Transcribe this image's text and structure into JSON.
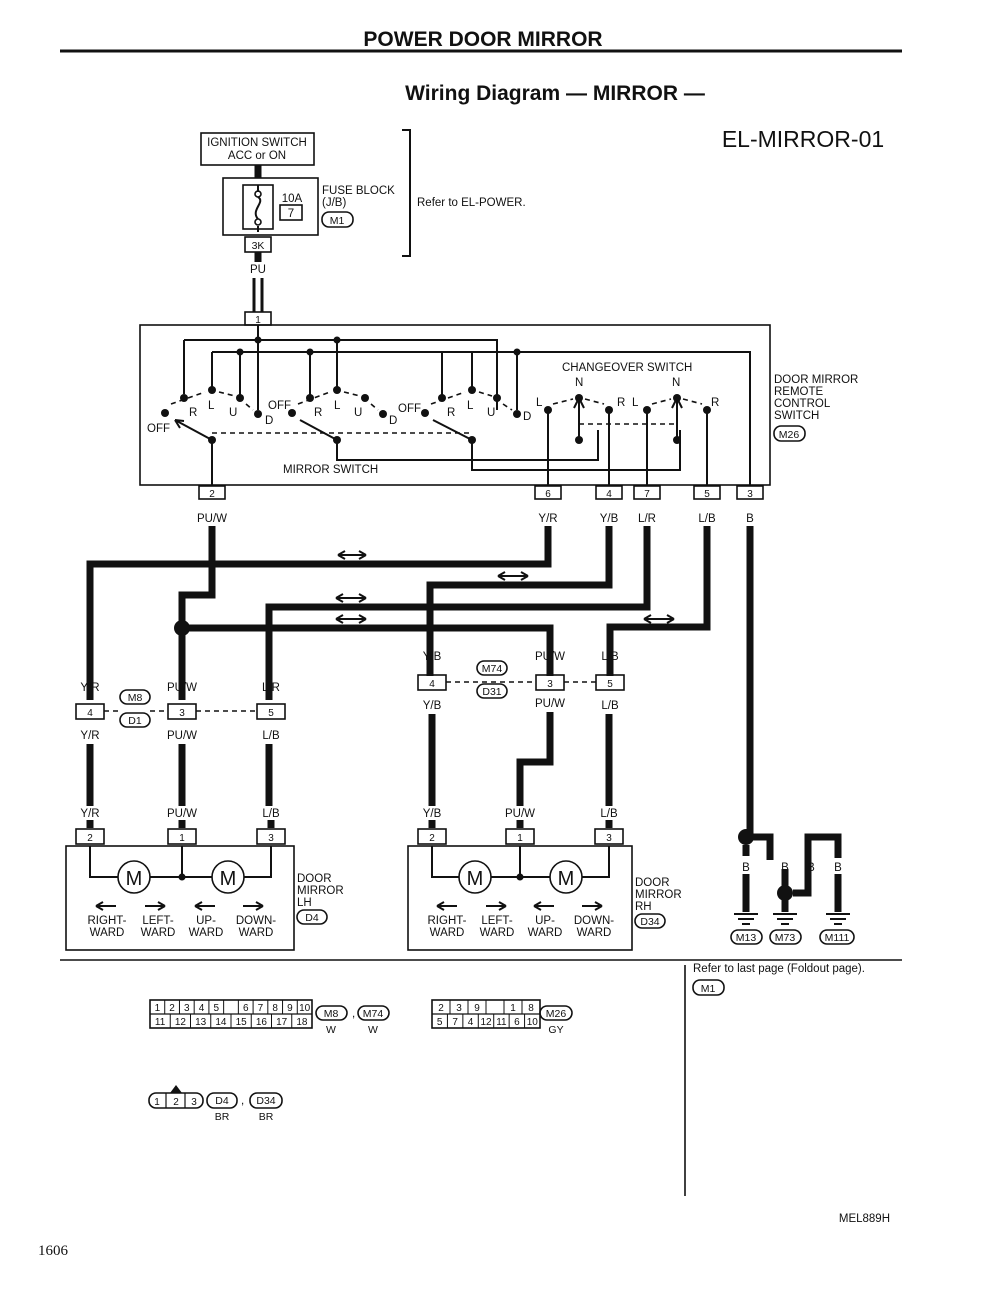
{
  "header": {
    "title": "POWER DOOR MIRROR",
    "subtitle": "Wiring Diagram — MIRROR —",
    "diagram_code": "EL-MIRROR-01"
  },
  "ignition": {
    "line1": "IGNITION SWITCH",
    "line2": "ACC or ON"
  },
  "fuse_block": {
    "amp": "10A",
    "number": "7",
    "label1": "FUSE BLOCK",
    "label2": "(J/B)",
    "connector": "M1",
    "pin": "3K",
    "wire": "PU"
  },
  "refer_power": "Refer to EL-POWER.",
  "switch_unit": {
    "label": [
      "DOOR MIRROR",
      "REMOTE",
      "CONTROL",
      "SWITCH"
    ],
    "connector": "M26",
    "top_pin": "1",
    "changeover": "CHANGEOVER SWITCH",
    "mirror_switch": "MIRROR SWITCH",
    "contacts": {
      "off": "OFF",
      "r": "R",
      "l": "L",
      "u": "U",
      "d": "D",
      "n": "N"
    },
    "pins": [
      "2",
      "6",
      "4",
      "7",
      "5",
      "3"
    ],
    "wires": [
      "PU/W",
      "Y/R",
      "Y/B",
      "L/R",
      "L/B",
      "B"
    ]
  },
  "joint_lh": {
    "conn_a": "M8",
    "conn_b": "D1",
    "pins": [
      "4",
      "3",
      "5"
    ],
    "wires_top": [
      "Y/R",
      "PU/W",
      "L/R"
    ],
    "wires_bottom": [
      "Y/R",
      "PU/W",
      "L/B"
    ]
  },
  "joint_rh": {
    "conn_a": "M74",
    "conn_b": "D31",
    "pins": [
      "4",
      "3",
      "5"
    ],
    "wires_top": [
      "Y/B",
      "PU/W",
      "L/B"
    ],
    "wires_bottom": [
      "Y/B",
      "PU/W",
      "L/B"
    ]
  },
  "mirror_lh": {
    "label": [
      "DOOR",
      "MIRROR",
      "LH"
    ],
    "connector": "D4",
    "pins": [
      "2",
      "1",
      "3"
    ],
    "wires": [
      "Y/R",
      "PU/W",
      "L/B"
    ],
    "motor": "M",
    "dirs": [
      [
        "RIGHT-",
        "WARD"
      ],
      [
        "LEFT-",
        "WARD"
      ],
      [
        "UP-",
        "WARD"
      ],
      [
        "DOWN-",
        "WARD"
      ]
    ]
  },
  "mirror_rh": {
    "label": [
      "DOOR",
      "MIRROR",
      "RH"
    ],
    "connector": "D34",
    "pins": [
      "2",
      "1",
      "3"
    ],
    "wires": [
      "Y/B",
      "PU/W",
      "L/B"
    ],
    "motor": "M",
    "dirs": [
      [
        "RIGHT-",
        "WARD"
      ],
      [
        "LEFT-",
        "WARD"
      ],
      [
        "UP-",
        "WARD"
      ],
      [
        "DOWN-",
        "WARD"
      ]
    ]
  },
  "grounds": {
    "wire": "B",
    "points": [
      "M13",
      "M73",
      "M111"
    ]
  },
  "refer_foldout": {
    "text": "Refer to last page (Foldout page).",
    "connector": "M1"
  },
  "connectors_legend": {
    "m8_row1": [
      "1",
      "2",
      "3",
      "4",
      "5",
      "",
      "6",
      "7",
      "8",
      "9",
      "10"
    ],
    "m8_row2": [
      "11",
      "12",
      "13",
      "14",
      "15",
      "16",
      "17",
      "18"
    ],
    "m8_names": [
      "M8",
      "M74"
    ],
    "m8_color": "W",
    "m26_row1": [
      "2",
      "3",
      "9",
      "",
      "1",
      "8"
    ],
    "m26_row2": [
      "5",
      "7",
      "4",
      "12",
      "11",
      "6",
      "10"
    ],
    "m26_name": "M26",
    "m26_color": "GY",
    "d4_pins": [
      "1",
      "2",
      "3"
    ],
    "d4_names": [
      "D4",
      "D34"
    ],
    "d4_color": "BR"
  },
  "footer": {
    "page": "1606",
    "code": "MEL889H"
  }
}
